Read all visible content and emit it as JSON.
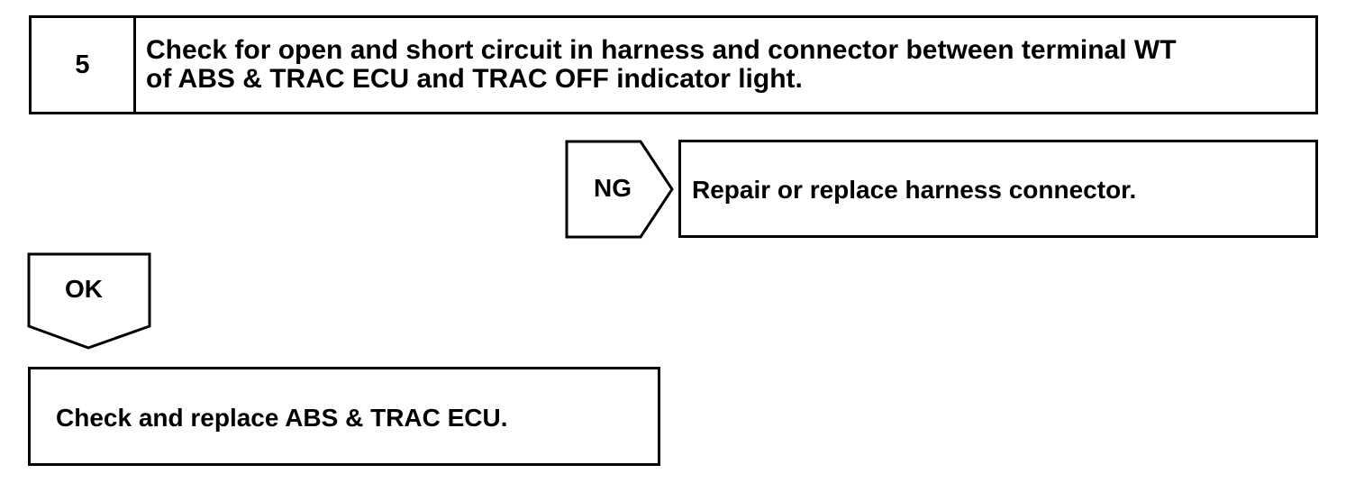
{
  "step": {
    "number": "5",
    "title_line1": "Check for open and short circuit in harness and connector between terminal WT",
    "title_line2": "of ABS & TRAC ECU and TRAC OFF indicator light."
  },
  "ng_branch": {
    "label": "NG",
    "action": "Repair or replace harness connector."
  },
  "ok_branch": {
    "label": "OK",
    "action": "Check and replace ABS & TRAC ECU."
  }
}
